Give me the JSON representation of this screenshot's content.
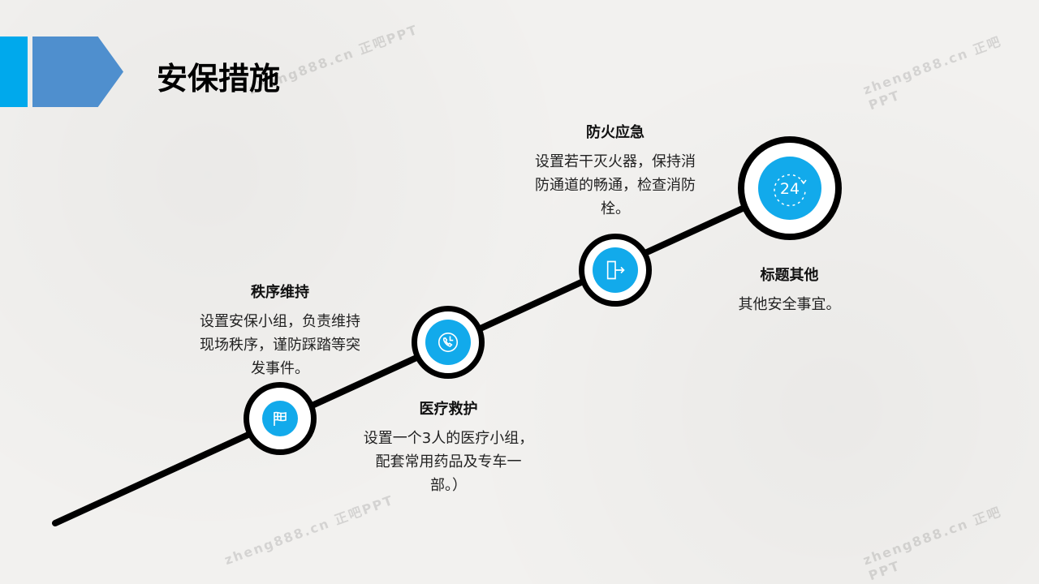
{
  "title": "安保措施",
  "watermark": "zheng888.cn 正吧PPT",
  "accent_color": "#00a9ec",
  "steps": [
    {
      "title": "秩序维持",
      "text": "设置安保小组，负责维持现场秩序，谨防踩踏等突发事件。",
      "icon": "flag-icon"
    },
    {
      "title": "医疗救护",
      "text": "设置一个3人的医疗小组，配套常用药品及专车一部。）",
      "icon": "phone-clock-icon"
    },
    {
      "title": "防火应急",
      "text": "设置若干灭火器，保持消防通道的畅通，检查消防栓。",
      "icon": "exit-door-icon"
    },
    {
      "title": "标题其他",
      "text": "其他安全事宜。",
      "icon": "24-hours-icon",
      "icon_label": "24"
    }
  ]
}
